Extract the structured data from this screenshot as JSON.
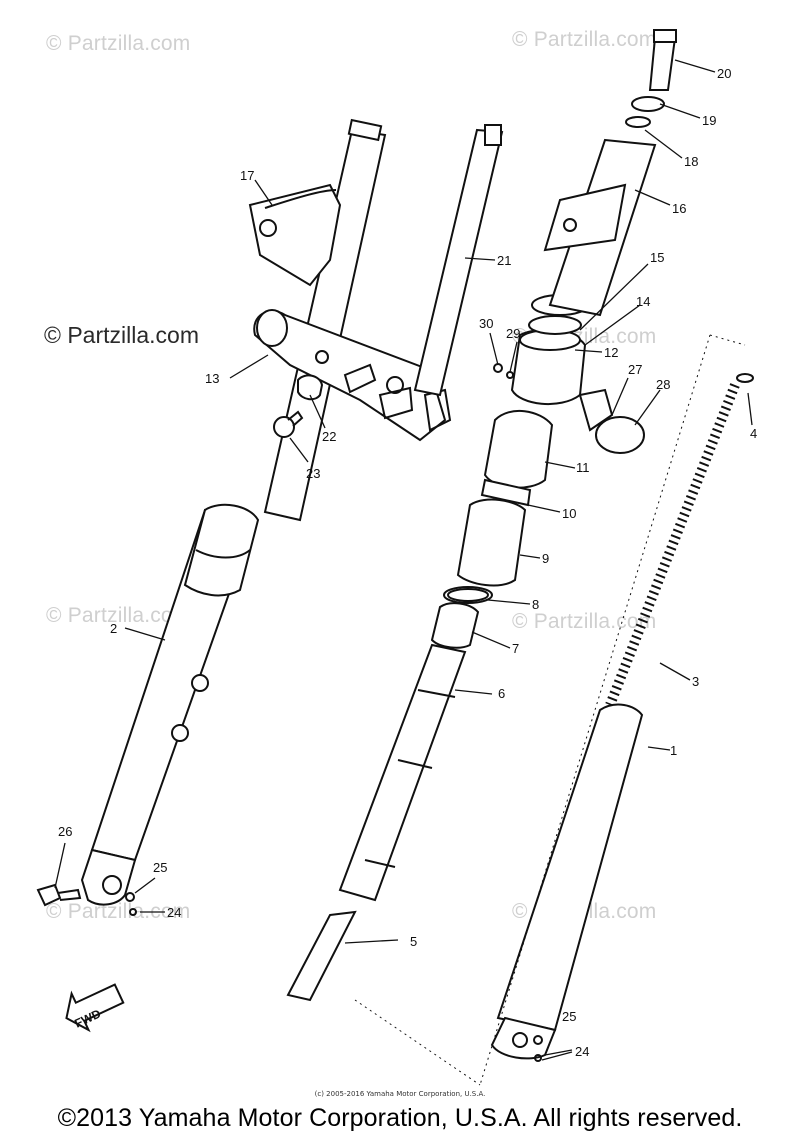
{
  "watermarks": {
    "text": "© Partzilla.com",
    "main_text": "© Partzilla.com"
  },
  "footer": {
    "small_credit": "(c) 2005-2016 Yamaha Motor Corporation, U.S.A.",
    "copyright": "©2013 Yamaha Motor Corporation, U.S.A. All rights reserved."
  },
  "fwd_label": "FWD",
  "callouts": [
    "1",
    "2",
    "3",
    "4",
    "5",
    "6",
    "7",
    "8",
    "9",
    "10",
    "11",
    "12",
    "13",
    "14",
    "15",
    "16",
    "17",
    "18",
    "19",
    "20",
    "21",
    "22",
    "23",
    "24",
    "25",
    "26",
    "27",
    "28",
    "29",
    "30",
    "24",
    "25"
  ]
}
